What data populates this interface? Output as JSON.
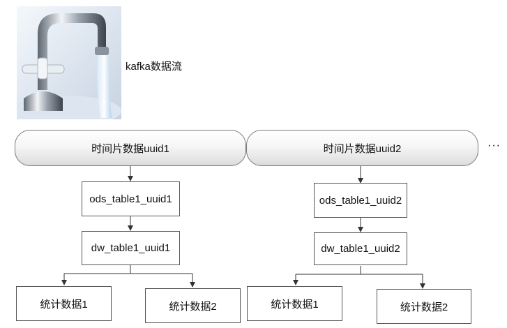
{
  "stream_label": "kafka数据流",
  "ellipsis": "···",
  "groups": [
    {
      "slice": "时间片数据uuid1",
      "ods": "ods_table1_uuid1",
      "dw": "dw_table1_uuid1",
      "stats": [
        "统计数据1",
        "统计数据2"
      ]
    },
    {
      "slice": "时间片数据uuid2",
      "ods": "ods_table1_uuid2",
      "dw": "dw_table1_uuid2",
      "stats": [
        "统计数据1",
        "统计数据2"
      ]
    }
  ]
}
